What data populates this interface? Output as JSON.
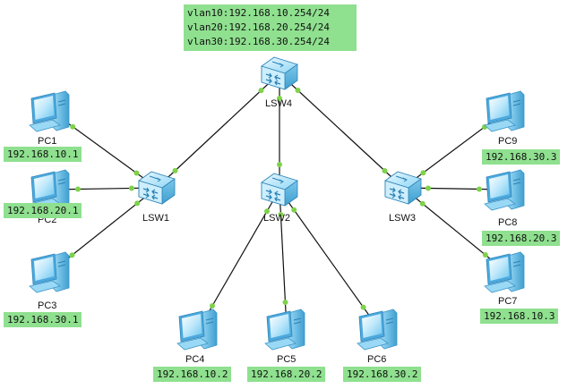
{
  "vlan_gateways": [
    "vlan10:192.168.10.254/24",
    "vlan20:192.168.20.254/24",
    "vlan30:192.168.30.254/24"
  ],
  "switches": [
    {
      "id": "LSW4",
      "label": "LSW4",
      "icon": "switch-icon"
    },
    {
      "id": "LSW1",
      "label": "LSW1",
      "icon": "switch-icon"
    },
    {
      "id": "LSW2",
      "label": "LSW2",
      "icon": "switch-icon"
    },
    {
      "id": "LSW3",
      "label": "LSW3",
      "icon": "switch-icon"
    }
  ],
  "pcs": [
    {
      "id": "PC1",
      "label": "PC1",
      "ip": "192.168.10.1",
      "icon": "pc-icon"
    },
    {
      "id": "PC2",
      "label": "PC2",
      "ip": "192.168.20.1",
      "icon": "pc-icon"
    },
    {
      "id": "PC3",
      "label": "PC3",
      "ip": "192.168.30.1",
      "icon": "pc-icon"
    },
    {
      "id": "PC4",
      "label": "PC4",
      "ip": "192.168.10.2",
      "icon": "pc-icon"
    },
    {
      "id": "PC5",
      "label": "PC5",
      "ip": "192.168.20.2",
      "icon": "pc-icon"
    },
    {
      "id": "PC6",
      "label": "PC6",
      "ip": "192.168.30.2",
      "icon": "pc-icon"
    },
    {
      "id": "PC7",
      "label": "PC7",
      "ip": "192.168.10.3",
      "icon": "pc-icon"
    },
    {
      "id": "PC8",
      "label": "PC8",
      "ip": "192.168.20.3",
      "icon": "pc-icon"
    },
    {
      "id": "PC9",
      "label": "PC9",
      "ip": "192.168.30.3",
      "icon": "pc-icon"
    }
  ],
  "links": [
    [
      "LSW4",
      "LSW1"
    ],
    [
      "LSW4",
      "LSW2"
    ],
    [
      "LSW4",
      "LSW3"
    ],
    [
      "LSW1",
      "PC1"
    ],
    [
      "LSW1",
      "PC2"
    ],
    [
      "LSW1",
      "PC3"
    ],
    [
      "LSW2",
      "PC4"
    ],
    [
      "LSW2",
      "PC5"
    ],
    [
      "LSW2",
      "PC6"
    ],
    [
      "LSW3",
      "PC7"
    ],
    [
      "LSW3",
      "PC8"
    ],
    [
      "LSW3",
      "PC9"
    ]
  ],
  "colors": {
    "label_bg": "#8fe08f",
    "link": "#111111",
    "port_dot": "#7ed24a",
    "device_blue": "#6fc8f0"
  }
}
